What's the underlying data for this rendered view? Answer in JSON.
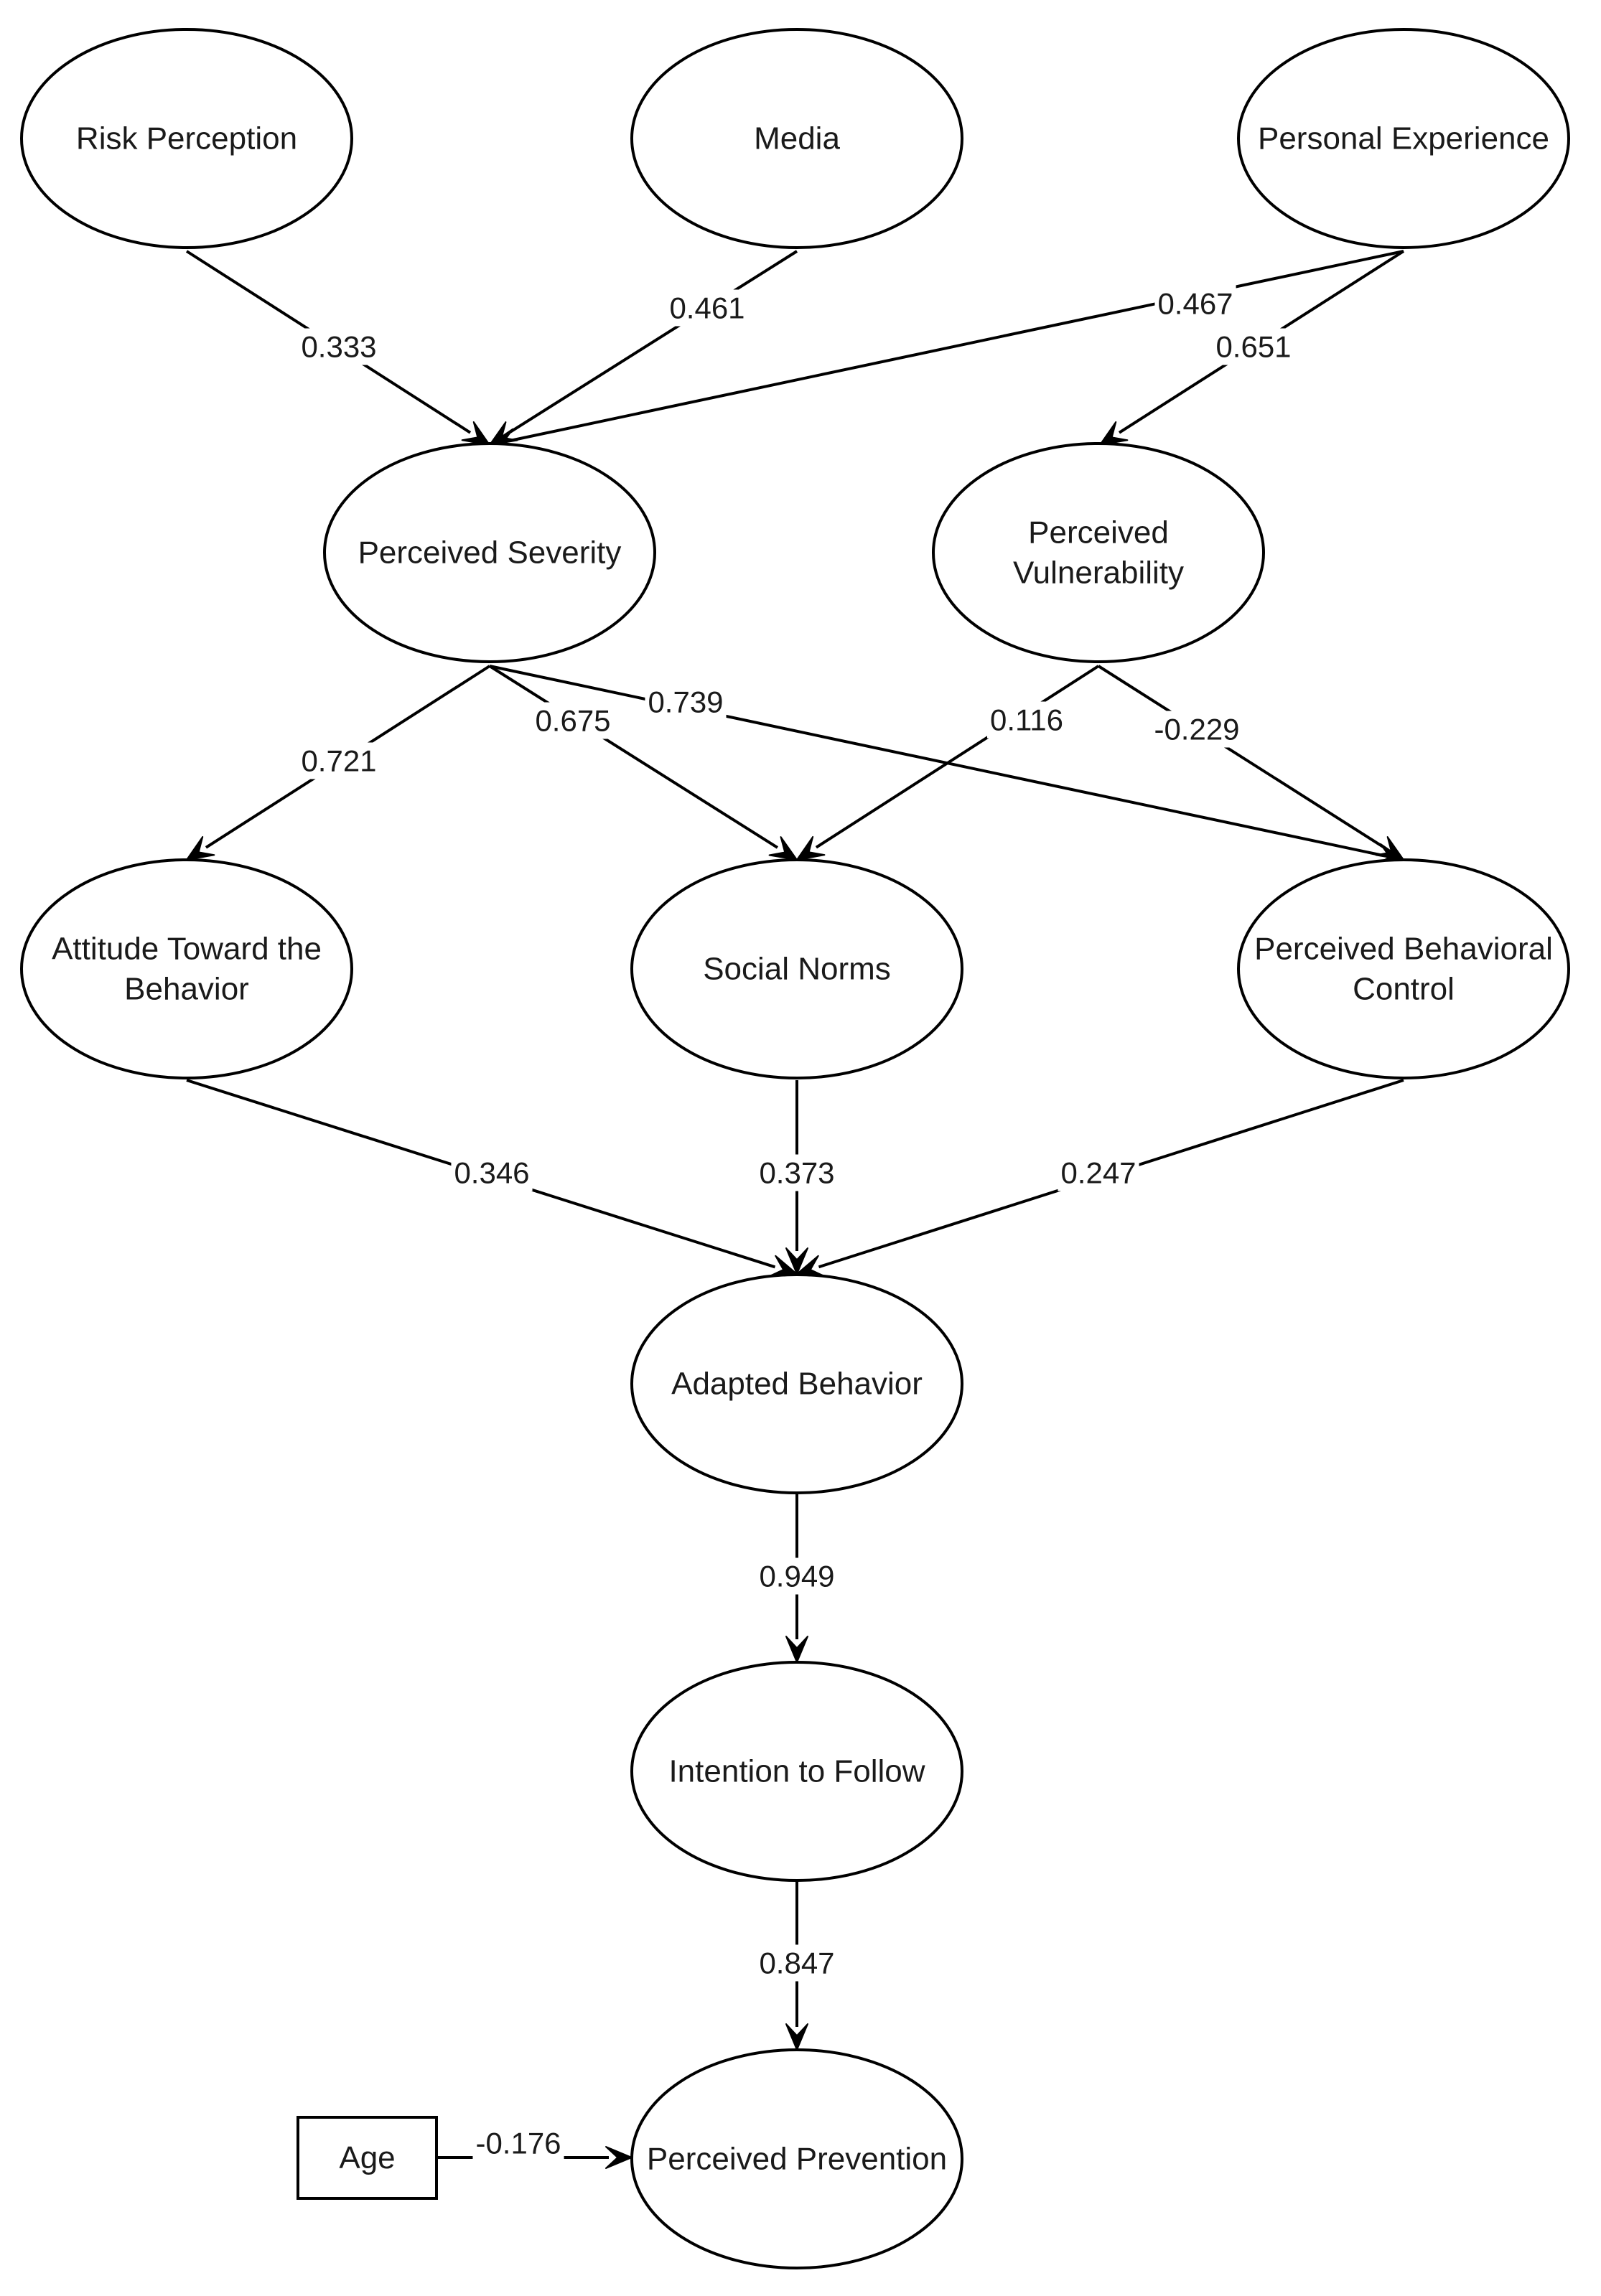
{
  "nodes": [
    {
      "id": "risk_perception",
      "lines": [
        "Risk Perception"
      ],
      "shape": "ellipse"
    },
    {
      "id": "media",
      "lines": [
        "Media"
      ],
      "shape": "ellipse"
    },
    {
      "id": "personal_experience",
      "lines": [
        "Personal Experience"
      ],
      "shape": "ellipse"
    },
    {
      "id": "perceived_severity",
      "lines": [
        "Perceived Severity"
      ],
      "shape": "ellipse"
    },
    {
      "id": "perceived_vulnerability",
      "lines": [
        "Perceived",
        "Vulnerability"
      ],
      "shape": "ellipse"
    },
    {
      "id": "attitude_toward_behavior",
      "lines": [
        "Attitude Toward the",
        "Behavior"
      ],
      "shape": "ellipse"
    },
    {
      "id": "social_norms",
      "lines": [
        "Social Norms"
      ],
      "shape": "ellipse"
    },
    {
      "id": "perceived_behavioral_control",
      "lines": [
        "Perceived Behavioral",
        "Control"
      ],
      "shape": "ellipse"
    },
    {
      "id": "adapted_behavior",
      "lines": [
        "Adapted Behavior"
      ],
      "shape": "ellipse"
    },
    {
      "id": "intention_to_follow",
      "lines": [
        "Intention to Follow"
      ],
      "shape": "ellipse"
    },
    {
      "id": "perceived_prevention",
      "lines": [
        "Perceived Prevention"
      ],
      "shape": "ellipse"
    },
    {
      "id": "age",
      "lines": [
        "Age"
      ],
      "shape": "rect"
    }
  ],
  "edges": [
    {
      "from": "risk_perception",
      "to": "perceived_severity",
      "label": "0.333"
    },
    {
      "from": "media",
      "to": "perceived_severity",
      "label": "0.461"
    },
    {
      "from": "personal_experience",
      "to": "perceived_severity",
      "label": "0.467"
    },
    {
      "from": "personal_experience",
      "to": "perceived_vulnerability",
      "label": "0.651"
    },
    {
      "from": "perceived_severity",
      "to": "attitude_toward_behavior",
      "label": "0.721"
    },
    {
      "from": "perceived_severity",
      "to": "social_norms",
      "label": "0.675"
    },
    {
      "from": "perceived_severity",
      "to": "perceived_behavioral_control",
      "label": "0.739"
    },
    {
      "from": "perceived_vulnerability",
      "to": "social_norms",
      "label": "0.116"
    },
    {
      "from": "perceived_vulnerability",
      "to": "perceived_behavioral_control",
      "label": "-0.229"
    },
    {
      "from": "attitude_toward_behavior",
      "to": "adapted_behavior",
      "label": "0.346"
    },
    {
      "from": "social_norms",
      "to": "adapted_behavior",
      "label": "0.373"
    },
    {
      "from": "perceived_behavioral_control",
      "to": "adapted_behavior",
      "label": "0.247"
    },
    {
      "from": "adapted_behavior",
      "to": "intention_to_follow",
      "label": "0.949"
    },
    {
      "from": "intention_to_follow",
      "to": "perceived_prevention",
      "label": "0.847"
    },
    {
      "from": "age",
      "to": "perceived_prevention",
      "label": "-0.176"
    }
  ]
}
